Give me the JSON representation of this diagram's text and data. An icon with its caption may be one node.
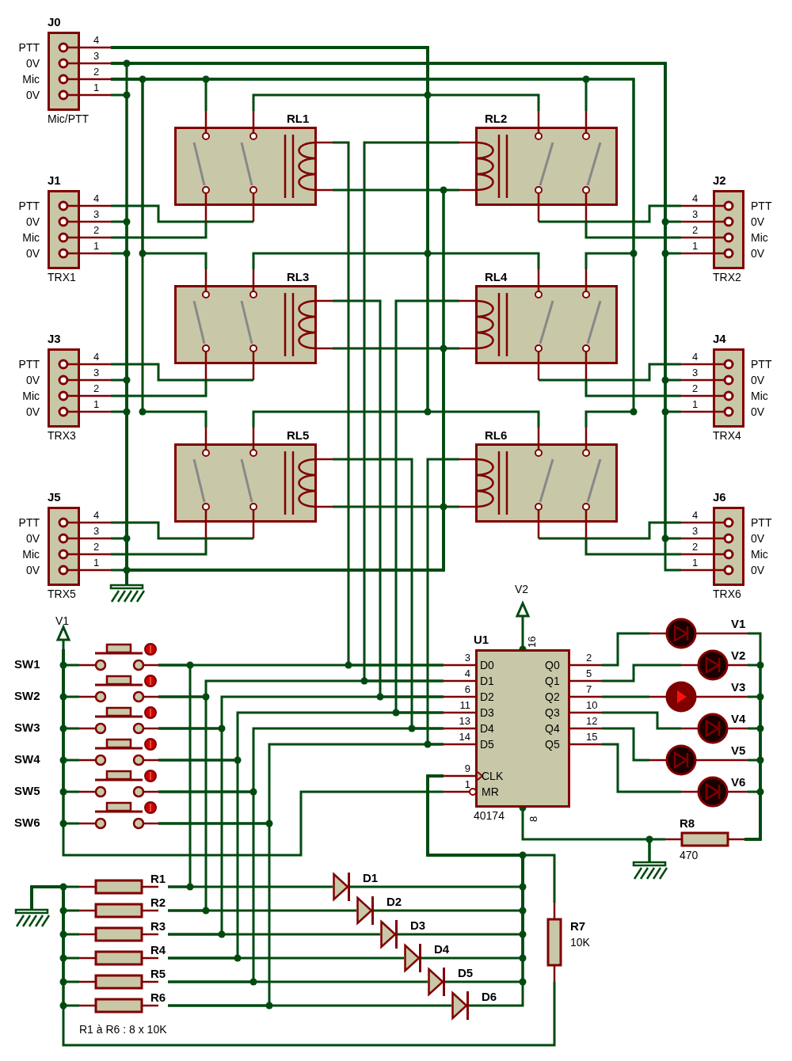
{
  "diagram": {
    "nodes": [
      {
        "text": [
          "J0",
          "4",
          "3",
          "2",
          "1",
          "Mic/PTT"
        ],
        "beside": [
          "PTT",
          "0V",
          "Mic",
          "0V"
        ]
      },
      {
        "text": [
          "RL1"
        ]
      },
      {
        "text": [
          "RL2"
        ]
      },
      {
        "text": [
          "J1",
          "4",
          "3",
          "2",
          "1",
          "TRX1"
        ],
        "beside": [
          "PTT",
          "0V",
          "Mic",
          "0V"
        ]
      },
      {
        "text": [
          "J2",
          "4",
          "3",
          "2",
          "1",
          "TRX2"
        ],
        "beside": [
          "PTT",
          "0V",
          "Mic",
          "0V"
        ]
      },
      {
        "text": [
          "RL3"
        ]
      },
      {
        "text": [
          "RL4"
        ]
      },
      {
        "text": [
          "J3",
          "4",
          "3",
          "2",
          "1",
          "TRX3"
        ],
        "beside": [
          "PTT",
          "0V",
          "Mic",
          "0V"
        ]
      },
      {
        "text": [
          "J4",
          "4",
          "3",
          "2",
          "1",
          "TRX4"
        ],
        "beside": [
          "PTT",
          "0V",
          "Mic",
          "0V"
        ]
      },
      {
        "text": [
          "RL5"
        ]
      },
      {
        "text": [
          "RL6"
        ]
      },
      {
        "text": [
          "J5",
          "4",
          "3",
          "2",
          "1",
          "TRX5"
        ],
        "beside": [
          "PTT",
          "0V",
          "Mic",
          "0V"
        ]
      },
      {
        "text": [
          "J6",
          "4",
          "3",
          "2",
          "1",
          "TRX6"
        ],
        "beside": [
          "PTT",
          "0V",
          "Mic",
          "0V"
        ]
      },
      {
        "text": [],
        "shape": "ground"
      },
      {
        "text": [
          "V2"
        ]
      },
      {
        "text": [
          "U1",
          "D0",
          "D1",
          "D2",
          "D3",
          "D4",
          "D5",
          "CLK",
          "MR",
          "Q0",
          "Q1",
          "Q2",
          "Q3",
          "Q4",
          "Q5",
          "3",
          "4",
          "6",
          "11",
          "13",
          "14",
          "9",
          "1",
          "2",
          "5",
          "7",
          "10",
          "12",
          "15",
          "16",
          "8",
          "40174"
        ]
      },
      {
        "text": [
          "V1"
        ]
      },
      {
        "text": [
          "V1"
        ]
      },
      {
        "text": [
          "V2"
        ]
      },
      {
        "text": [
          "V3"
        ]
      },
      {
        "text": [
          "V4"
        ]
      },
      {
        "text": [
          "V5"
        ]
      },
      {
        "text": [
          "V6"
        ]
      },
      {
        "text": [],
        "shape": "switch",
        "beside": [
          "SW1"
        ]
      },
      {
        "text": [],
        "shape": "switch",
        "beside": [
          "SW2"
        ]
      },
      {
        "text": [],
        "shape": "switch",
        "beside": [
          "SW3"
        ]
      },
      {
        "text": [],
        "shape": "switch",
        "beside": [
          "SW4"
        ]
      },
      {
        "text": [],
        "shape": "switch",
        "beside": [
          "SW5"
        ]
      },
      {
        "text": [],
        "shape": "switch",
        "beside": [
          "SW6"
        ]
      },
      {
        "text": [
          "R8",
          "470"
        ]
      },
      {
        "text": [],
        "shape": "ground"
      },
      {
        "text": [],
        "shape": "ground"
      },
      {
        "text": [
          "R1"
        ]
      },
      {
        "text": [
          "R2"
        ]
      },
      {
        "text": [
          "R3"
        ]
      },
      {
        "text": [
          "R4"
        ]
      },
      {
        "text": [
          "R5"
        ]
      },
      {
        "text": [
          "R6"
        ]
      },
      {
        "text": [],
        "shape": "triangle",
        "beside": [
          "D1"
        ]
      },
      {
        "text": [],
        "shape": "triangle",
        "beside": [
          "D2"
        ]
      },
      {
        "text": [],
        "shape": "triangle",
        "beside": [
          "D3"
        ]
      },
      {
        "text": [],
        "shape": "triangle",
        "beside": [
          "D4"
        ]
      },
      {
        "text": [],
        "shape": "triangle",
        "beside": [
          "D5"
        ]
      },
      {
        "text": [],
        "shape": "triangle",
        "beside": [
          "D6"
        ]
      },
      {
        "text": [
          "R7",
          "10K"
        ]
      }
    ],
    "edges": [
      {
        "from": 0,
        "to": 1,
        "arrow": "none"
      },
      {
        "from": 0,
        "to": 1,
        "arrow": "none"
      },
      {
        "from": 0,
        "to": 2,
        "arrow": "none"
      },
      {
        "from": 0,
        "to": 2,
        "arrow": "none"
      },
      {
        "from": 0,
        "to": 5,
        "arrow": "none"
      },
      {
        "from": 0,
        "to": 5,
        "arrow": "none"
      },
      {
        "from": 0,
        "to": 6,
        "arrow": "none"
      },
      {
        "from": 0,
        "to": 6,
        "arrow": "none"
      },
      {
        "from": 0,
        "to": 9,
        "arrow": "none"
      },
      {
        "from": 0,
        "to": 9,
        "arrow": "none"
      },
      {
        "from": 0,
        "to": 10,
        "arrow": "none"
      },
      {
        "from": 0,
        "to": 10,
        "arrow": "none"
      },
      {
        "from": 0,
        "to": 13,
        "arrow": "none"
      },
      {
        "from": 0,
        "to": 13,
        "arrow": "none"
      },
      {
        "from": 3,
        "to": 1,
        "arrow": "none"
      },
      {
        "from": 3,
        "to": 1,
        "arrow": "none"
      },
      {
        "from": 3,
        "to": 13,
        "arrow": "none"
      },
      {
        "from": 3,
        "to": 13,
        "arrow": "none"
      },
      {
        "from": 4,
        "to": 2,
        "arrow": "none"
      },
      {
        "from": 4,
        "to": 2,
        "arrow": "none"
      },
      {
        "from": 4,
        "to": 0,
        "arrow": "none"
      },
      {
        "from": 4,
        "to": 0,
        "arrow": "none"
      },
      {
        "from": 7,
        "to": 5,
        "arrow": "none"
      },
      {
        "from": 7,
        "to": 5,
        "arrow": "none"
      },
      {
        "from": 7,
        "to": 13,
        "arrow": "none"
      },
      {
        "from": 7,
        "to": 13,
        "arrow": "none"
      },
      {
        "from": 8,
        "to": 6,
        "arrow": "none"
      },
      {
        "from": 8,
        "to": 6,
        "arrow": "none"
      },
      {
        "from": 8,
        "to": 0,
        "arrow": "none"
      },
      {
        "from": 8,
        "to": 0,
        "arrow": "none"
      },
      {
        "from": 11,
        "to": 9,
        "arrow": "none"
      },
      {
        "from": 11,
        "to": 9,
        "arrow": "none"
      },
      {
        "from": 11,
        "to": 13,
        "arrow": "none"
      },
      {
        "from": 11,
        "to": 13,
        "arrow": "none"
      },
      {
        "from": 12,
        "to": 10,
        "arrow": "none"
      },
      {
        "from": 12,
        "to": 10,
        "arrow": "none"
      },
      {
        "from": 12,
        "to": 0,
        "arrow": "none"
      },
      {
        "from": 12,
        "to": 0,
        "arrow": "none"
      },
      {
        "from": 1,
        "to": 15,
        "arrow": "none"
      },
      {
        "from": 2,
        "to": 15,
        "arrow": "none"
      },
      {
        "from": 5,
        "to": 15,
        "arrow": "none"
      },
      {
        "from": 6,
        "to": 15,
        "arrow": "none"
      },
      {
        "from": 9,
        "to": 15,
        "arrow": "none"
      },
      {
        "from": 10,
        "to": 15,
        "arrow": "none"
      },
      {
        "from": 1,
        "to": 13,
        "arrow": "none"
      },
      {
        "from": 2,
        "to": 13,
        "arrow": "none"
      },
      {
        "from": 5,
        "to": 13,
        "arrow": "none"
      },
      {
        "from": 6,
        "to": 13,
        "arrow": "none"
      },
      {
        "from": 9,
        "to": 13,
        "arrow": "none"
      },
      {
        "from": 10,
        "to": 13,
        "arrow": "none"
      },
      {
        "from": 14,
        "to": 15,
        "arrow": "none"
      },
      {
        "from": 15,
        "to": 17,
        "arrow": "none"
      },
      {
        "from": 15,
        "to": 18,
        "arrow": "none"
      },
      {
        "from": 15,
        "to": 19,
        "arrow": "none"
      },
      {
        "from": 15,
        "to": 20,
        "arrow": "none"
      },
      {
        "from": 15,
        "to": 21,
        "arrow": "none"
      },
      {
        "from": 15,
        "to": 22,
        "arrow": "none"
      },
      {
        "from": 17,
        "to": 29,
        "arrow": "none"
      },
      {
        "from": 18,
        "to": 29,
        "arrow": "none"
      },
      {
        "from": 19,
        "to": 29,
        "arrow": "none"
      },
      {
        "from": 20,
        "to": 29,
        "arrow": "none"
      },
      {
        "from": 21,
        "to": 29,
        "arrow": "none"
      },
      {
        "from": 22,
        "to": 29,
        "arrow": "none"
      },
      {
        "from": 29,
        "to": 30,
        "arrow": "none"
      },
      {
        "from": 15,
        "to": 30,
        "arrow": "none"
      },
      {
        "from": 16,
        "to": 23,
        "arrow": "none"
      },
      {
        "from": 16,
        "to": 24,
        "arrow": "none"
      },
      {
        "from": 16,
        "to": 25,
        "arrow": "none"
      },
      {
        "from": 16,
        "to": 26,
        "arrow": "none"
      },
      {
        "from": 16,
        "to": 27,
        "arrow": "none"
      },
      {
        "from": 16,
        "to": 28,
        "arrow": "none"
      },
      {
        "from": 16,
        "to": 15,
        "arrow": "none"
      },
      {
        "from": 23,
        "to": 15,
        "arrow": "none"
      },
      {
        "from": 24,
        "to": 15,
        "arrow": "none"
      },
      {
        "from": 25,
        "to": 15,
        "arrow": "none"
      },
      {
        "from": 26,
        "to": 15,
        "arrow": "none"
      },
      {
        "from": 27,
        "to": 15,
        "arrow": "none"
      },
      {
        "from": 28,
        "to": 15,
        "arrow": "none"
      },
      {
        "from": 23,
        "to": 32,
        "arrow": "none"
      },
      {
        "from": 24,
        "to": 33,
        "arrow": "none"
      },
      {
        "from": 25,
        "to": 34,
        "arrow": "none"
      },
      {
        "from": 26,
        "to": 35,
        "arrow": "none"
      },
      {
        "from": 27,
        "to": 36,
        "arrow": "none"
      },
      {
        "from": 28,
        "to": 37,
        "arrow": "none"
      },
      {
        "from": 32,
        "to": 38,
        "arrow": "none"
      },
      {
        "from": 33,
        "to": 39,
        "arrow": "none"
      },
      {
        "from": 34,
        "to": 40,
        "arrow": "none"
      },
      {
        "from": 35,
        "to": 41,
        "arrow": "none"
      },
      {
        "from": 36,
        "to": 42,
        "arrow": "none"
      },
      {
        "from": 37,
        "to": 43,
        "arrow": "none"
      },
      {
        "from": 38,
        "to": 15,
        "arrow": "none"
      },
      {
        "from": 39,
        "to": 15,
        "arrow": "none"
      },
      {
        "from": 40,
        "to": 15,
        "arrow": "none"
      },
      {
        "from": 41,
        "to": 15,
        "arrow": "none"
      },
      {
        "from": 42,
        "to": 15,
        "arrow": "none"
      },
      {
        "from": 43,
        "to": 15,
        "arrow": "none"
      },
      {
        "from": 32,
        "to": 31,
        "arrow": "none"
      },
      {
        "from": 33,
        "to": 31,
        "arrow": "none"
      },
      {
        "from": 34,
        "to": 31,
        "arrow": "none"
      },
      {
        "from": 35,
        "to": 31,
        "arrow": "none"
      },
      {
        "from": 36,
        "to": 31,
        "arrow": "none"
      },
      {
        "from": 37,
        "to": 31,
        "arrow": "none"
      },
      {
        "from": 44,
        "to": 15,
        "arrow": "none"
      },
      {
        "from": 44,
        "to": 31,
        "arrow": "none"
      }
    ],
    "labels": [
      "R1 à R6 : 8 x 10K"
    ]
  }
}
